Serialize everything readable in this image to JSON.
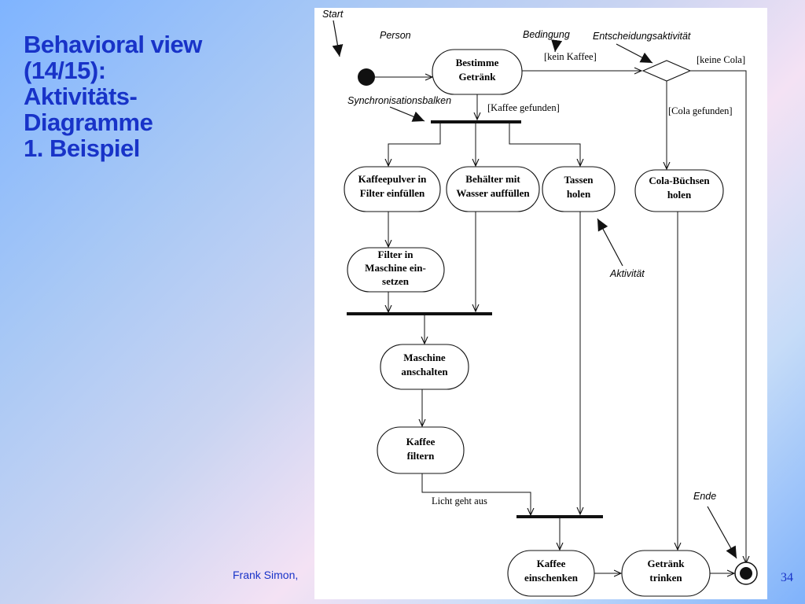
{
  "slide": {
    "title_lines": [
      "Behavioral view",
      "(14/15):",
      "Aktivitäts-",
      "Diagramme",
      "1. Beispiel"
    ],
    "footer": "Frank Simon,",
    "page_number": "34"
  },
  "diagram": {
    "annotations": {
      "start": "Start",
      "person": "Person",
      "bedingung": "Bedingung",
      "entscheidung": "Entscheidungsaktivität",
      "sync": "Synchronisationsbalken",
      "aktivitaet": "Aktivität",
      "ende": "Ende"
    },
    "activities": {
      "bestimme": [
        "Bestimme",
        "Getränk"
      ],
      "kaffeepulver": [
        "Kaffeepulver in",
        "Filter einfüllen"
      ],
      "behaelter": [
        "Behälter mit",
        "Wasser auffüllen"
      ],
      "tassen": [
        "Tassen",
        "holen"
      ],
      "cola": [
        "Cola-Büchsen",
        "holen"
      ],
      "filter": [
        "Filter in",
        "Maschine ein-",
        "setzen"
      ],
      "maschine": [
        "Maschine",
        "anschalten"
      ],
      "kaffee_filtern": [
        "Kaffee",
        "filtern"
      ],
      "einschenken": [
        "Kaffee",
        "einschenken"
      ],
      "trinken": [
        "Getränk",
        "trinken"
      ]
    },
    "guards": {
      "kein_kaffee": "[kein Kaffee]",
      "keine_cola": "[keine Cola]",
      "kaffee_gefunden": "[Kaffee gefunden]",
      "cola_gefunden": "[Cola gefunden]",
      "licht": "Licht geht aus"
    }
  }
}
